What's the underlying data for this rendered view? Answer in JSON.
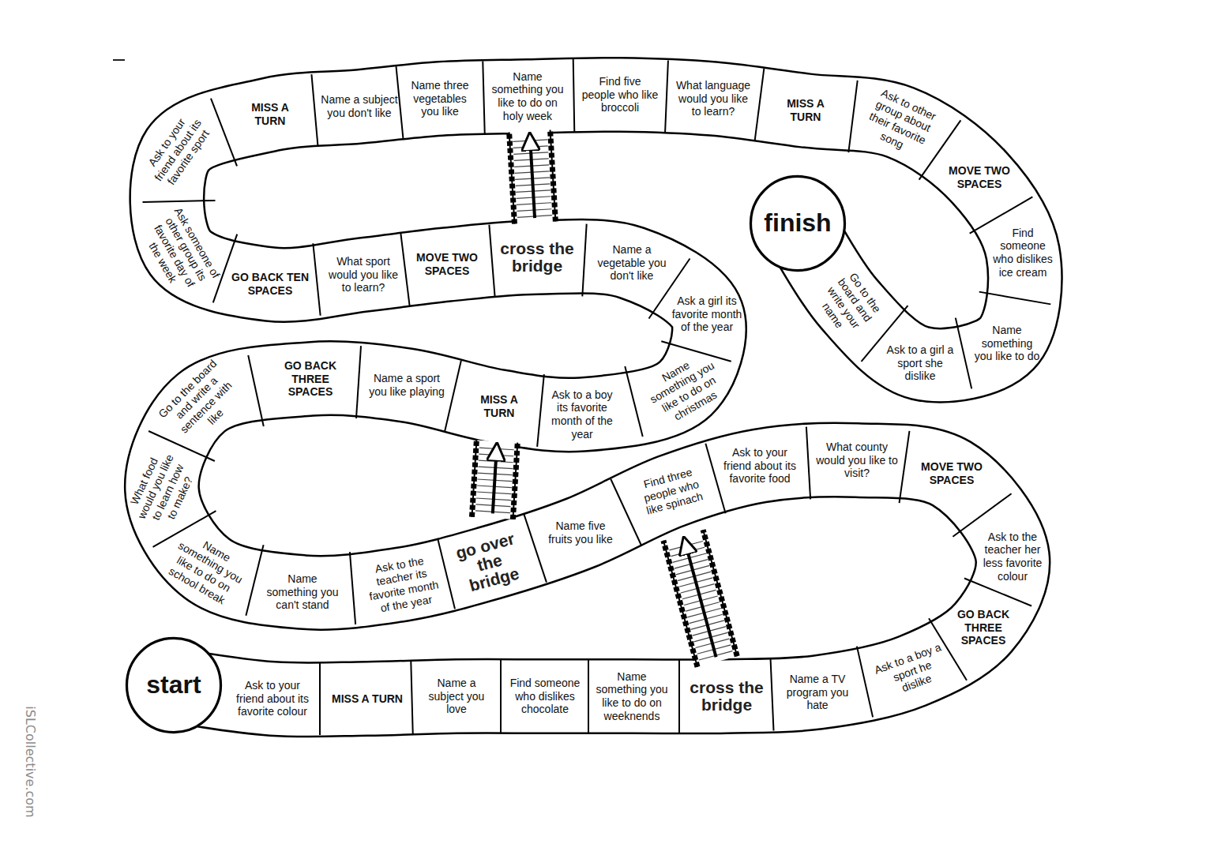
{
  "diagram": {
    "nodes": [
      {
        "text": [
          "start"
        ]
      },
      {
        "text": [
          "Ask to your friend about its favorite colour"
        ]
      },
      {
        "text": [
          "MISS A TURN"
        ]
      },
      {
        "text": [
          "Name a subject you love"
        ]
      },
      {
        "text": [
          "Find someone who dislikes chocolate"
        ]
      },
      {
        "text": [
          "Name something you like to do on weeknends"
        ]
      },
      {
        "text": [
          "cross the bridge"
        ]
      },
      {
        "text": [
          "Name a TV program you hate"
        ]
      },
      {
        "text": [
          "Ask to a boy a sport he dislike"
        ]
      },
      {
        "text": [
          "GO BACK THREE SPACES"
        ]
      },
      {
        "text": [
          "Ask to the teacher her less favorite colour"
        ]
      },
      {
        "text": [
          "MOVE TWO SPACES"
        ]
      },
      {
        "text": [
          "What county would you like to visit?"
        ]
      },
      {
        "text": [
          "Ask to your friend about its favorite food"
        ]
      },
      {
        "text": [
          "Find three people who like spinach"
        ]
      },
      {
        "text": [
          "Name five fruits you like"
        ]
      },
      {
        "text": [
          "go over the bridge"
        ]
      },
      {
        "text": [
          "Ask to the teacher its favorite month of the year"
        ]
      },
      {
        "text": [
          "Name something you can't stand"
        ]
      },
      {
        "text": [
          "Name something you like to do on school break"
        ]
      },
      {
        "text": [
          "What food would you like to learn how to make?"
        ]
      },
      {
        "text": [
          "Go to the board and write a sentence with like"
        ]
      },
      {
        "text": [
          "GO BACK THREE SPACES"
        ]
      },
      {
        "text": [
          "Name a sport you like playing"
        ]
      },
      {
        "text": [
          "MISS A TURN"
        ]
      },
      {
        "text": [
          "Ask to a boy its favorite month of the year"
        ]
      },
      {
        "text": [
          "Name something you like to do on christmas"
        ]
      },
      {
        "text": [
          "Ask a girl its favorite month of the year"
        ]
      },
      {
        "text": [
          "Name a vegetable you don't like"
        ]
      },
      {
        "text": [
          "cross the bridge"
        ]
      },
      {
        "text": [
          "MOVE TWO SPACES"
        ]
      },
      {
        "text": [
          "What sport would you like to learn?"
        ]
      },
      {
        "text": [
          "GO BACK TEN SPACES"
        ]
      },
      {
        "text": [
          "Ask someone of other group its favorite day of the week"
        ]
      },
      {
        "text": [
          "Ask to your friend about its favorite sport"
        ]
      },
      {
        "text": [
          "MISS A TURN"
        ]
      },
      {
        "text": [
          "Name a subject you don't like"
        ]
      },
      {
        "text": [
          "Name three vegetables you like"
        ]
      },
      {
        "text": [
          "Name something you like to do on holy week"
        ]
      },
      {
        "text": [
          "Find five people who like broccoli"
        ]
      },
      {
        "text": [
          "What language would you like to learn?"
        ]
      },
      {
        "text": [
          "MISS A TURN"
        ]
      },
      {
        "text": [
          "Ask to other group about their favorite song"
        ]
      },
      {
        "text": [
          "MOVE TWO SPACES"
        ]
      },
      {
        "text": [
          "Find someone who dislikes ice cream"
        ]
      },
      {
        "text": [
          "Name something you like to do"
        ]
      },
      {
        "text": [
          "Ask to a girl a sport she dislike"
        ]
      },
      {
        "text": [
          "Go to the board and write your name"
        ]
      },
      {
        "text": [
          "finish"
        ]
      }
    ],
    "edges": [
      {
        "from": 6,
        "to": 14,
        "arrow": "to"
      },
      {
        "from": 16,
        "to": 24,
        "arrow": "to"
      },
      {
        "from": 29,
        "to": 38,
        "arrow": "to"
      }
    ],
    "labels": [
      "iSLCollective.com"
    ]
  }
}
